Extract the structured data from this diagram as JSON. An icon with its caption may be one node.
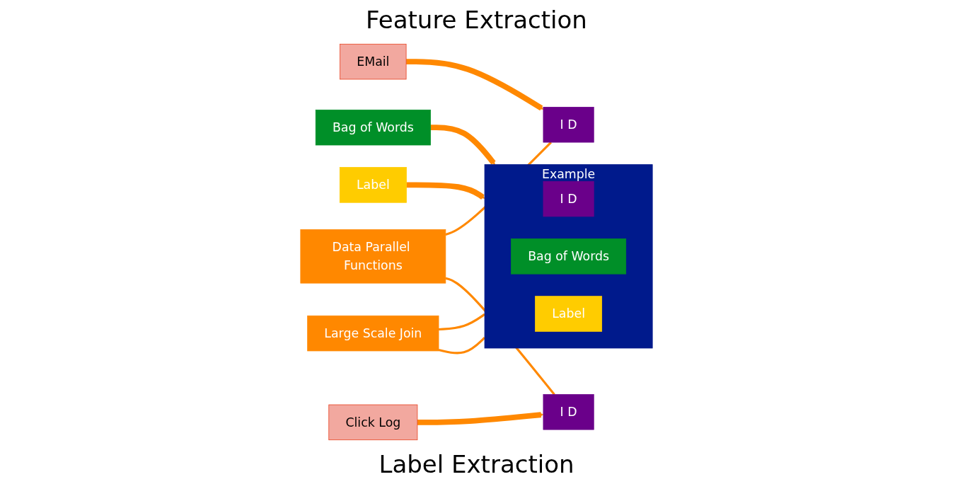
{
  "diagram": {
    "nodes": [
      {
        "text": [
          "EMail"
        ]
      },
      {
        "text": [
          "I D"
        ]
      },
      {
        "text": [
          "Bag of Words"
        ]
      },
      {
        "text": [
          "Large Scale Join"
        ]
      },
      {
        "text": [
          "Example"
        ]
      },
      {
        "text": [
          "I D"
        ],
        "in": 4
      },
      {
        "text": [
          "Bag of Words"
        ],
        "in": 4
      },
      {
        "text": [
          "Label"
        ],
        "in": 4
      },
      {
        "text": [
          "Data Parallel Functions"
        ]
      },
      {
        "text": [
          "Click Log"
        ]
      },
      {
        "text": [
          "I D"
        ]
      },
      {
        "text": [
          "Label"
        ]
      }
    ],
    "edges": [
      {
        "from": 0,
        "to": 1,
        "arrow": "to",
        "style": "thick"
      },
      {
        "from": 2,
        "to": 4,
        "arrow": "to",
        "style": "thick"
      },
      {
        "from": 9,
        "to": 10,
        "arrow": "to",
        "style": "thick"
      },
      {
        "from": 11,
        "to": 4,
        "arrow": "to",
        "style": "thick"
      },
      {
        "from": 8,
        "to": 1,
        "arrow": "none"
      },
      {
        "from": 8,
        "to": 10,
        "arrow": "none"
      },
      {
        "from": 3,
        "to": 4,
        "arrow": "none"
      },
      {
        "from": 3,
        "to": 4,
        "arrow": "none"
      }
    ],
    "labels": [
      "Feature Extraction",
      "Label Extraction"
    ]
  }
}
